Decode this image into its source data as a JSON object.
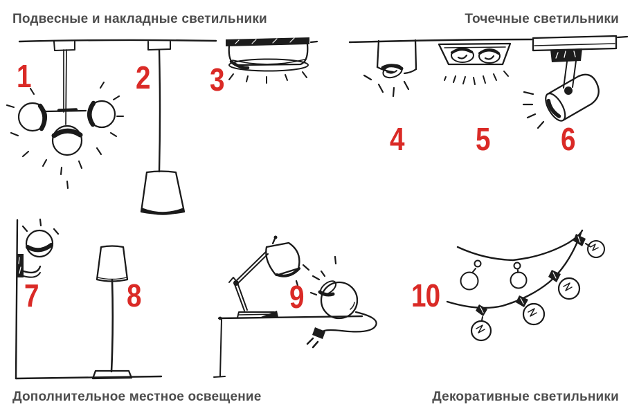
{
  "diagram": {
    "subject": "lighting-fixture-types",
    "sections": [
      {
        "id": "pendant-surface",
        "title": "Подвесные и накладные светильники",
        "position": "top-left",
        "item_numbers": [
          "1",
          "2",
          "3"
        ]
      },
      {
        "id": "spot-lights",
        "title": "Точечные светильники",
        "position": "top-right",
        "item_numbers": [
          "4",
          "5",
          "6"
        ]
      },
      {
        "id": "local-lighting",
        "title": "Дополнительное местное освещение",
        "position": "bottom-left",
        "item_numbers": [
          "7",
          "8",
          "9"
        ]
      },
      {
        "id": "decorative",
        "title": "Декоративные светильники",
        "position": "bottom-right",
        "item_numbers": [
          "10"
        ]
      }
    ],
    "items": [
      {
        "number": "1",
        "sketch": "three-globe-chandelier-icon"
      },
      {
        "number": "2",
        "sketch": "cone-pendant-lamp-icon"
      },
      {
        "number": "3",
        "sketch": "round-surface-ceiling-lamp-icon"
      },
      {
        "number": "4",
        "sketch": "cylinder-ceiling-spot-icon"
      },
      {
        "number": "5",
        "sketch": "recessed-double-spot-icon"
      },
      {
        "number": "6",
        "sketch": "track-spotlight-icon"
      },
      {
        "number": "7",
        "sketch": "wall-sconce-icon"
      },
      {
        "number": "8",
        "sketch": "floor-lamp-icon"
      },
      {
        "number": "9",
        "sketch": "desk-lamps-icon"
      },
      {
        "number": "10",
        "sketch": "string-lights-garland-icon"
      }
    ],
    "colors": {
      "number_red": "#da2a26",
      "title_gray": "#4d4d4d",
      "ink": "#1a1a1a",
      "background": "#ffffff"
    }
  }
}
